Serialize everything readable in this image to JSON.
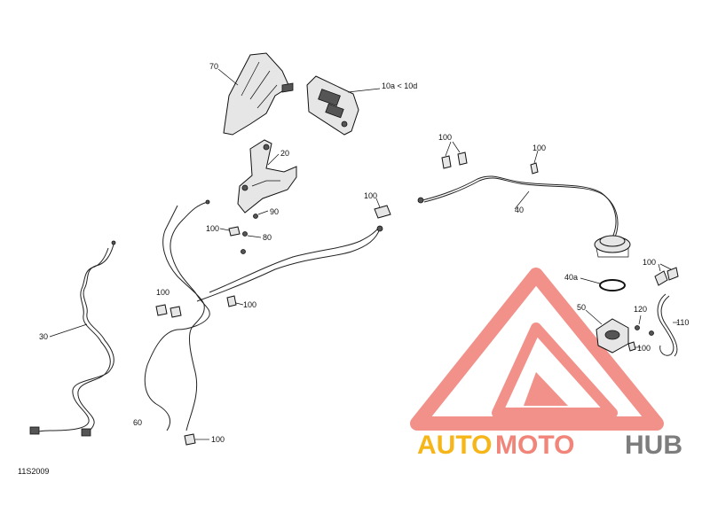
{
  "diagram": {
    "callouts": {
      "p70": "70",
      "p10": "10a < 10d",
      "p20": "20",
      "p90": "90",
      "p80": "80",
      "p100_a": "100",
      "p100_b": "100",
      "p100_c": "100",
      "p100_d": "100",
      "p100_e": "100",
      "p100_f": "100",
      "p100_g": "100",
      "p100_h": "100",
      "p100_i": "100",
      "p40": "40",
      "p40a": "40a",
      "p50": "50",
      "p120": "120",
      "p110": "110",
      "p30": "30",
      "p60": "60"
    },
    "figure_code": "11S2009"
  },
  "watermark": {
    "part1": "AUTO",
    "part2": "MOTO",
    "part3": "HUB",
    "colors": {
      "triangle": "#f07e76",
      "auto": "#f6b61a",
      "moto": "#f28579",
      "hub": "#7d7d7d"
    }
  }
}
